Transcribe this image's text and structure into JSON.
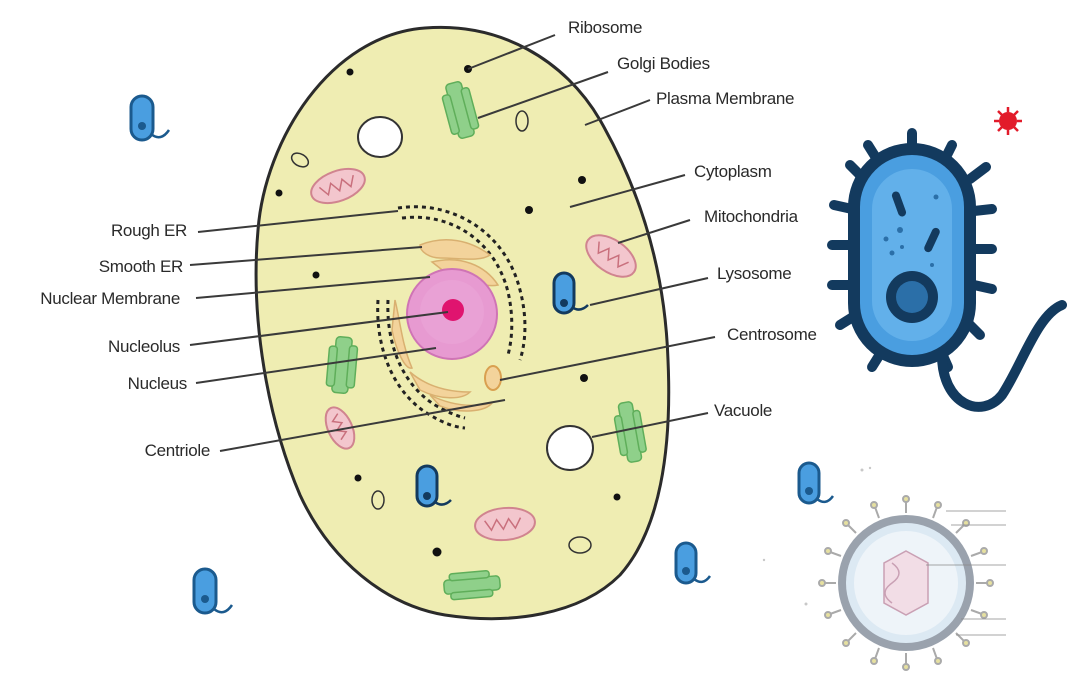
{
  "labels": {
    "ribosome": "Ribosome",
    "golgi_bodies": "Golgi Bodies",
    "plasma_membrane": "Plasma Membrane",
    "cytoplasm": "Cytoplasm",
    "mitochondria": "Mitochondria",
    "lysosome": "Lysosome",
    "centrosome": "Centrosome",
    "vacuole": "Vacuole",
    "rough_er": "Rough ER",
    "smooth_er": "Smooth ER",
    "nuclear_membrane": "Nuclear Membrane",
    "nucleolus": "Nucleolus",
    "nucleus": "Nucleus",
    "centriole": "Centriole"
  },
  "colors": {
    "cytoplasm_fill": "#efedb2",
    "cell_outline": "#2b2b2b",
    "nucleus_fill": "#e79ad1",
    "nucleolus_fill": "#e0146f",
    "mitochondria_fill": "#f3c6cd",
    "golgi_fill": "#8fd08a",
    "er_fill": "#f3d39b",
    "bacterium_blue": "#4a9ee0",
    "bacterium_dark": "#133a5e",
    "virus_red": "#e21b2a"
  },
  "icons": {
    "large_bacterium": "bacterium-icon",
    "small_bacteria": "bacterium-icon",
    "virus_red": "virus-icon",
    "virus_diagram": "virus-diagram-icon"
  }
}
